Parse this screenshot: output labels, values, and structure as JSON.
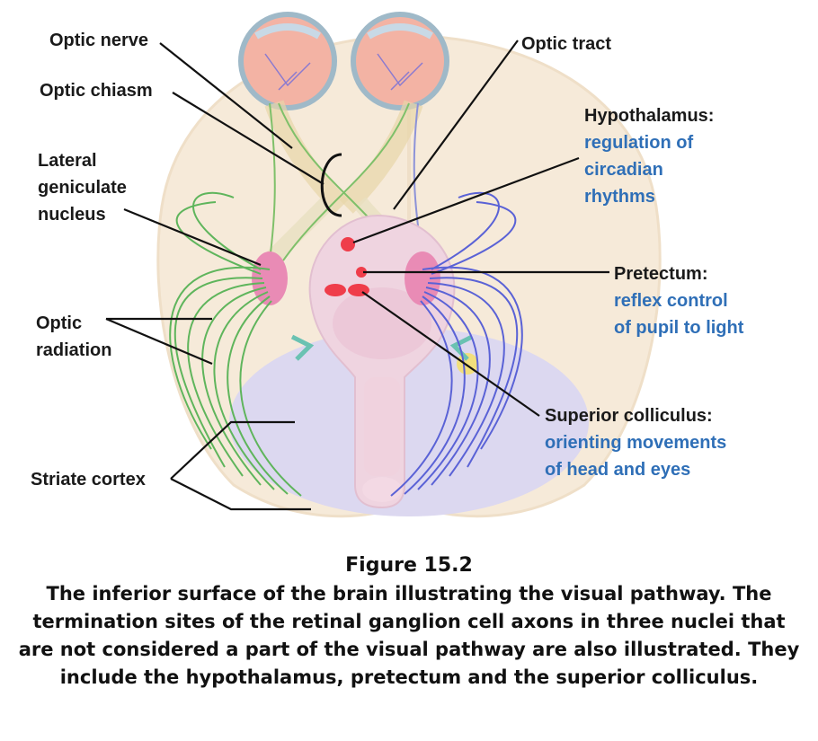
{
  "labels": {
    "optic_nerve": "Optic nerve",
    "optic_chiasm": "Optic chiasm",
    "lgn_line1": "Lateral",
    "lgn_line2": "geniculate",
    "lgn_line3": "nucleus",
    "optic_radiation_line1": "Optic",
    "optic_radiation_line2": "radiation",
    "striate_cortex": "Striate cortex",
    "optic_tract": "Optic tract",
    "hypothalamus_title": "Hypothalamus:",
    "hypothalamus_desc1": "regulation of",
    "hypothalamus_desc2": "circadian",
    "hypothalamus_desc3": "rhythms",
    "pretectum_title": "Pretectum:",
    "pretectum_desc1": "reflex control",
    "pretectum_desc2": "of pupil to light",
    "sc_title": "Superior colliculus:",
    "sc_desc1": "orienting movements",
    "sc_desc2": "of head and eyes"
  },
  "caption": {
    "number": "Figure 15.2",
    "text": "The inferior surface of the brain illustrating the visual pathway. The termination sites of the retinal ganglion cell axons in three nuclei that are not considered a part of the visual pathway are also illustrated. They include the hypothalamus, pretectum and the superior colliculus."
  },
  "colors": {
    "brain": "#f6ead9",
    "cerebellum": "#dcd8f0",
    "brainstem": "#efd4e0",
    "lgn": "#e98bb5",
    "nucleus_red": "#ef3d4a",
    "green_path": "#5fb55c",
    "blue_path": "#5a62d6",
    "label_blue": "#2f6fb7"
  }
}
